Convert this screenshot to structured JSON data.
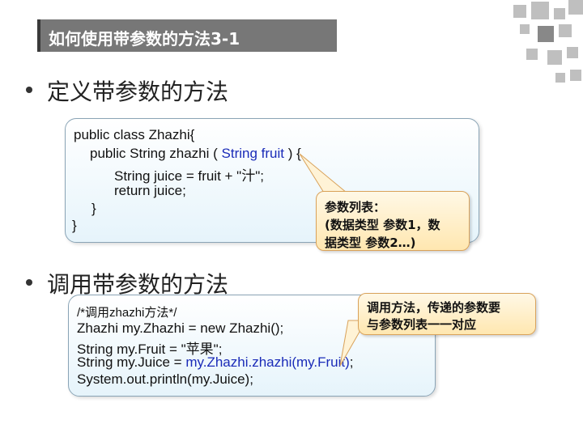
{
  "slide": {
    "title": "如何使用带参数的方法3-1",
    "bullet1": "定义带参数的方法",
    "bullet2": "调用带参数的方法"
  },
  "code1": {
    "line1": "public class Zhazhi{",
    "line2_pre": "public String zhazhi ( ",
    "line2_param": "String fruit",
    "line2_post": " ) {",
    "line3": "String juice = fruit + \"汁\";",
    "line4": "return juice;",
    "line5": "}",
    "line6": "}"
  },
  "callout1": {
    "line1": "参数列表：",
    "line2": "(数据类型  参数1，数",
    "line3": "据类型  参数2…)"
  },
  "code2": {
    "line1": "/*调用zhazhi方法*/",
    "line2": "Zhazhi my.Zhazhi = new Zhazhi();",
    "line3": "String my.Fruit = \"苹果\";",
    "line4_pre": "String my.Juice = ",
    "line4_call": "my.Zhazhi.zhazhi(my.Fruit)",
    "line4_post": ";",
    "line5": "System.out.println(my.Juice);"
  },
  "callout2": {
    "line1": "调用方法，传递的参数要",
    "line2": "与参数列表一一对应"
  },
  "colors": {
    "title_bar": "#777777",
    "param_highlight": "#1a2bb8",
    "code_box_border": "#8aa4b6",
    "callout_border": "#d9a25a"
  }
}
